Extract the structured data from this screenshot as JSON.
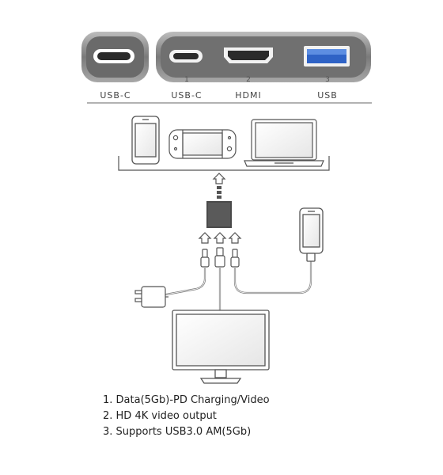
{
  "ports": [
    {
      "label": "USB-C",
      "number": ""
    },
    {
      "label": "USB-C",
      "number": "1"
    },
    {
      "label": "HDMI",
      "number": "2"
    },
    {
      "label": "USB",
      "number": "3"
    }
  ],
  "features": [
    "1. Data(5Gb)-PD Charging/Video",
    "2. HD 4K video output",
    "3. Supports USB3.0 AM(5Gb)"
  ],
  "colors": {
    "hub_body": "#6e6e6e",
    "hub_shadow": "#9a9a9a",
    "usb3_blue": "#2f63c6",
    "line_art": "#555555",
    "adapter_fill": "#4a4a4a"
  },
  "icons": [
    "phone-icon",
    "game-console-icon",
    "laptop-icon",
    "adapter-hub-icon",
    "power-charger-icon",
    "monitor-icon",
    "arrow-up-icon"
  ]
}
